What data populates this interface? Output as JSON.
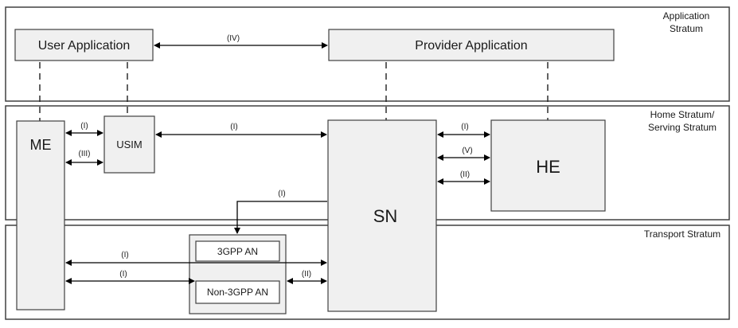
{
  "strata": {
    "application": [
      "Application",
      "Stratum"
    ],
    "home_serving": [
      "Home Stratum/",
      "Serving Stratum"
    ],
    "transport": "Transport Stratum"
  },
  "nodes": {
    "user_application": "User Application",
    "provider_application": "Provider Application",
    "me": "ME",
    "usim": "USIM",
    "sn": "SN",
    "he": "HE",
    "an_3gpp": "3GPP AN",
    "an_non_3gpp": "Non-3GPP AN"
  },
  "links": {
    "ua_pa": "(IV)",
    "me_usim_top": "(I)",
    "me_usim_bottom": "(III)",
    "usim_sn": "(I)",
    "sn_an": "(I)",
    "sn_he_top": "(I)",
    "sn_he_mid": "(V)",
    "sn_he_bottom": "(II)",
    "me_3gpp": "(I)",
    "me_non3gpp": "(I)",
    "non3gpp_sn": "(II)"
  }
}
